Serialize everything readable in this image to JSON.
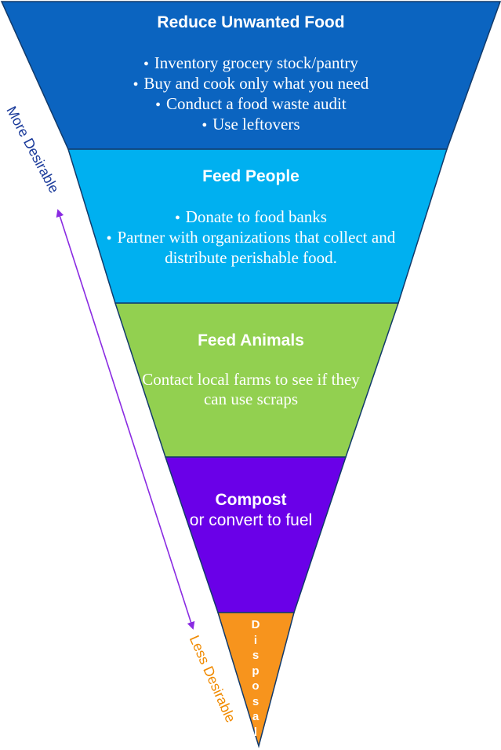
{
  "tiers": [
    {
      "title": "Reduce Unwanted Food",
      "bullets": [
        "Inventory grocery stock/pantry",
        "Buy and cook only what you need",
        "Conduct a food waste audit",
        "Use leftovers"
      ],
      "color": "#0b64c0"
    },
    {
      "title": "Feed People",
      "bullets": [
        "Donate to food banks",
        "Partner with organizations that collect and distribute perishable food."
      ],
      "color": "#00b0f0"
    },
    {
      "title": "Feed Animals",
      "text": "Contact local farms to see if they can use scraps",
      "color": "#92d050"
    },
    {
      "title": "Compost",
      "text": "or convert to fuel",
      "color": "#6a00e8"
    },
    {
      "title": "Disposal",
      "color": "#f7941d"
    }
  ],
  "axis": {
    "top_label": "More Desirable",
    "bottom_label": "Less Desirable",
    "arrow_color": "#8a2be2",
    "top_label_color": "#1a3a9a",
    "bottom_label_color": "#f08a00"
  }
}
